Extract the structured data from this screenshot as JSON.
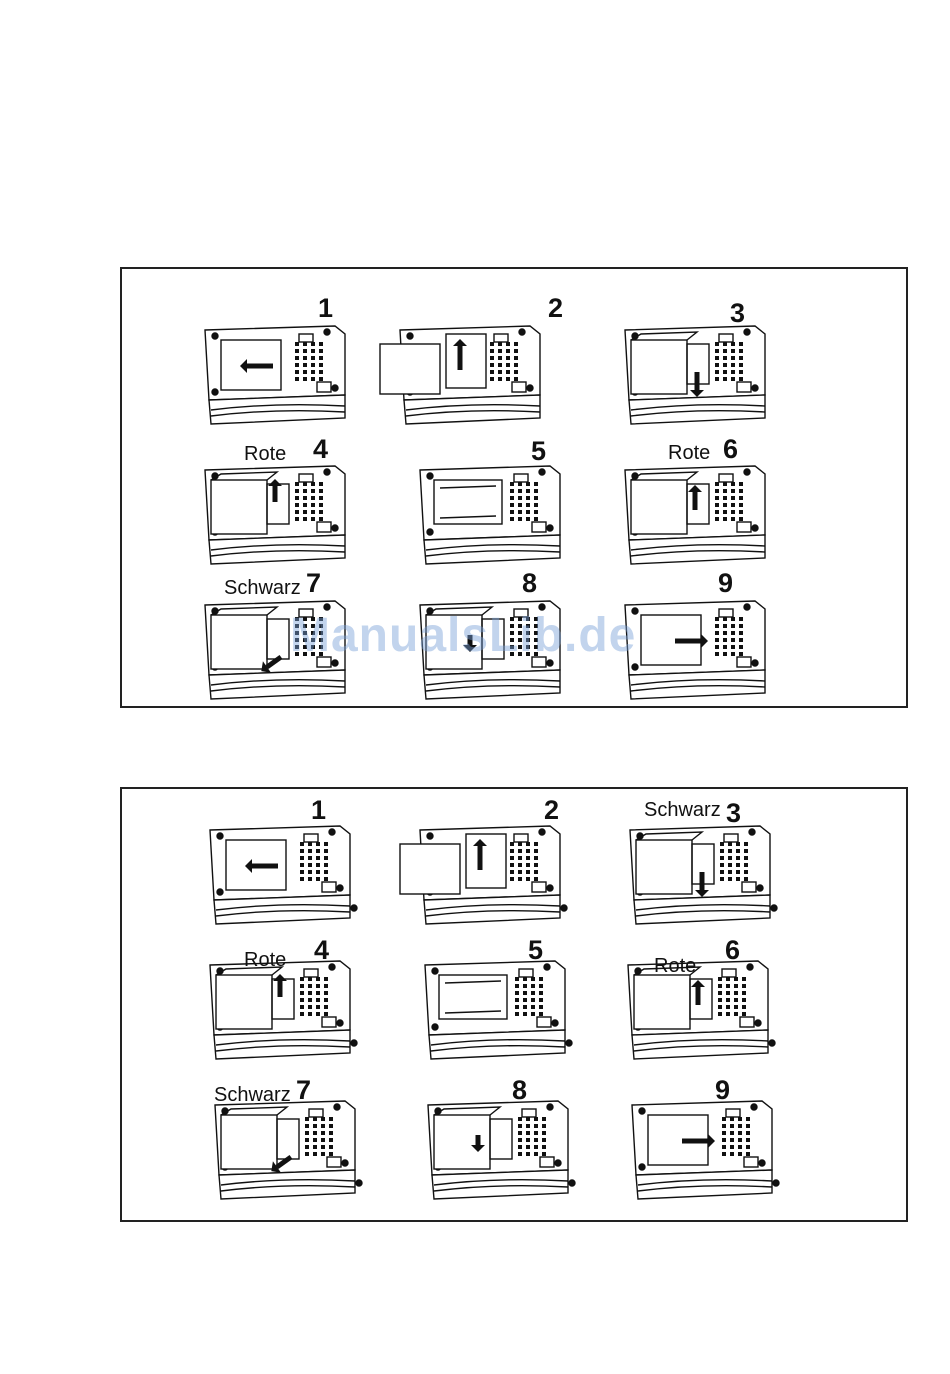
{
  "watermark": "ManualsLib.de",
  "panels": [
    {
      "steps": [
        {
          "num": "1",
          "label": ""
        },
        {
          "num": "2",
          "label": ""
        },
        {
          "num": "3",
          "label": ""
        },
        {
          "num": "4",
          "label": "Rote"
        },
        {
          "num": "5",
          "label": ""
        },
        {
          "num": "6",
          "label": "Rote"
        },
        {
          "num": "7",
          "label": "Schwarz"
        },
        {
          "num": "8",
          "label": ""
        },
        {
          "num": "9",
          "label": ""
        }
      ]
    },
    {
      "steps": [
        {
          "num": "1",
          "label": ""
        },
        {
          "num": "2",
          "label": ""
        },
        {
          "num": "3",
          "label": "Schwarz"
        },
        {
          "num": "4",
          "label": "Rote"
        },
        {
          "num": "5",
          "label": ""
        },
        {
          "num": "6",
          "label": "Rote"
        },
        {
          "num": "7",
          "label": "Schwarz"
        },
        {
          "num": "8",
          "label": ""
        },
        {
          "num": "9",
          "label": ""
        }
      ]
    }
  ]
}
